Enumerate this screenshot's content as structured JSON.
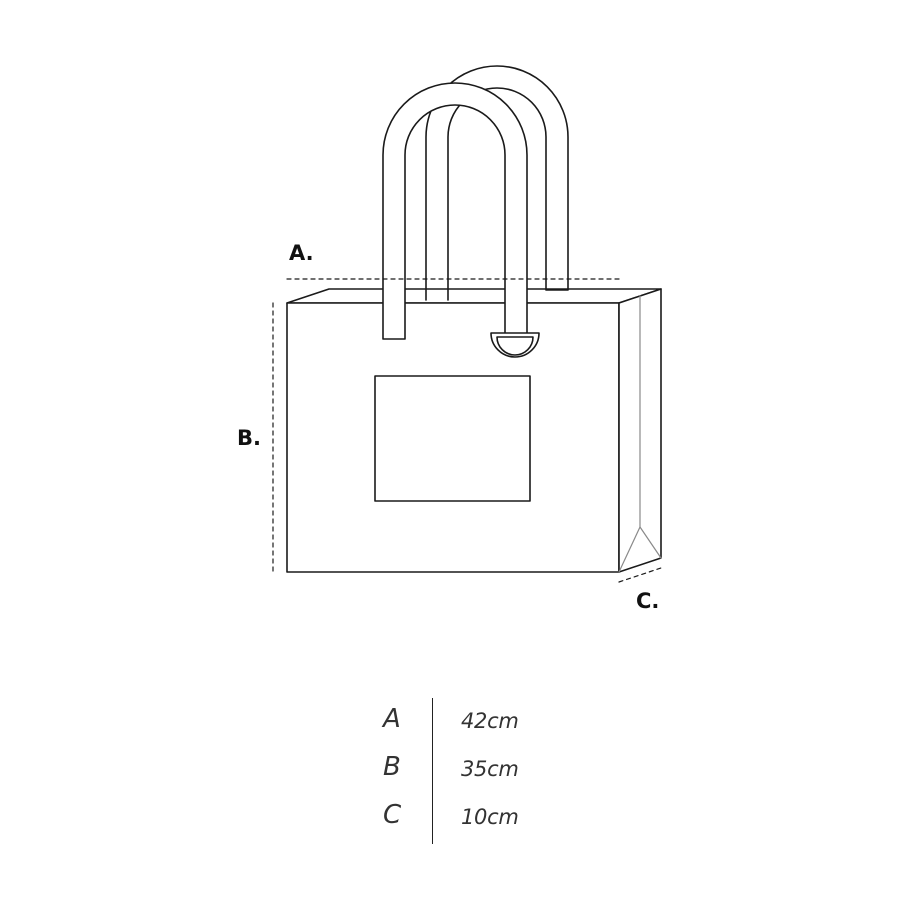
{
  "diagram": {
    "stroke_color": "#1a1a1a",
    "muted_color": "#8a8a8a",
    "labels": {
      "a": "A.",
      "b": "B.",
      "c": "C."
    }
  },
  "dimensions": [
    {
      "key": "A",
      "value": "42cm"
    },
    {
      "key": "B",
      "value": "35cm"
    },
    {
      "key": "C",
      "value": "10cm"
    }
  ]
}
